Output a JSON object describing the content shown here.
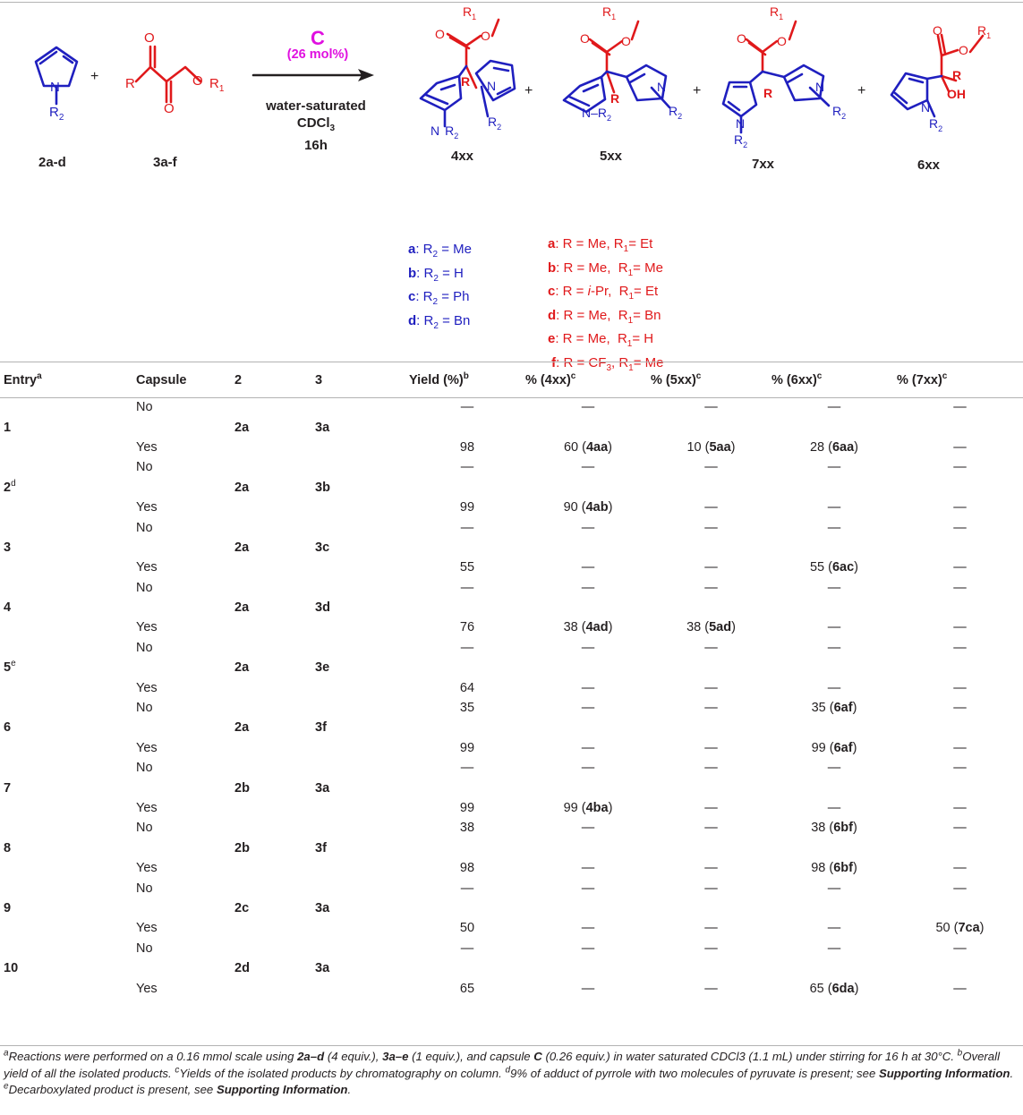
{
  "scheme": {
    "reagent1_label": "2a-d",
    "reagent2_label": "3a-f",
    "plus": "+",
    "catalyst": "C",
    "catalyst_loading": "(26 mol%)",
    "conditions": [
      "water-saturated",
      "CDCl3",
      "16h"
    ],
    "products": [
      "4xx",
      "5xx",
      "7xx",
      "6xx"
    ],
    "atoms": {
      "N": "N",
      "R": "R",
      "R1": "R1",
      "R2": "R2",
      "OH": "OH",
      "O": "O"
    },
    "legend_pyrrole": [
      {
        "key": "a",
        "text": ": R2 = Me"
      },
      {
        "key": "b",
        "text": ": R2 = H"
      },
      {
        "key": "c",
        "text": ": R2 = Ph"
      },
      {
        "key": "d",
        "text": ": R2 = Bn"
      }
    ],
    "legend_pyruvate": [
      {
        "key": "a",
        "text": ": R = Me, R1= Et"
      },
      {
        "key": "b",
        "text": ": R = Me,  R1= Me"
      },
      {
        "key": "c",
        "text": ": R = i-Pr,  R1= Et"
      },
      {
        "key": "d",
        "text": ": R = Me,  R1= Bn"
      },
      {
        "key": "e",
        "text": ": R = Me,  R1= H"
      },
      {
        "key": "f",
        "text": ": R = CF3, R1= Me"
      }
    ]
  },
  "table": {
    "headers": {
      "entry": "Entry",
      "entry_sup": "a",
      "capsule": "Capsule",
      "col2": "2",
      "col3": "3",
      "yield": "Yield (%)",
      "yield_sup": "b",
      "p4": "% (4xx)",
      "p4_sup": "c",
      "p5": "% (5xx)",
      "p5_sup": "c",
      "p6": "% (6xx)",
      "p6_sup": "c",
      "p7": "% (7xx)",
      "p7_sup": "c"
    },
    "entries": [
      {
        "entry": "1",
        "sup": "",
        "r2": "2a",
        "r3": "3a",
        "no": {
          "capsule": "No",
          "yield": "—",
          "p4": "—",
          "p4c": "",
          "p5": "—",
          "p5c": "",
          "p6": "—",
          "p6c": "",
          "p7": "—",
          "p7c": ""
        },
        "yes": {
          "capsule": "Yes",
          "yield": "98",
          "p4": "60",
          "p4c": "4aa",
          "p5": "10",
          "p5c": "5aa",
          "p6": "28",
          "p6c": "6aa",
          "p7": "—",
          "p7c": ""
        }
      },
      {
        "entry": "2",
        "sup": "d",
        "r2": "2a",
        "r3": "3b",
        "no": {
          "capsule": "No",
          "yield": "—",
          "p4": "—",
          "p4c": "",
          "p5": "—",
          "p5c": "",
          "p6": "—",
          "p6c": "",
          "p7": "—",
          "p7c": ""
        },
        "yes": {
          "capsule": "Yes",
          "yield": "99",
          "p4": "90",
          "p4c": "4ab",
          "p5": "—",
          "p5c": "",
          "p6": "—",
          "p6c": "",
          "p7": "—",
          "p7c": ""
        }
      },
      {
        "entry": "3",
        "sup": "",
        "r2": "2a",
        "r3": "3c",
        "no": {
          "capsule": "No",
          "yield": "—",
          "p4": "—",
          "p4c": "",
          "p5": "—",
          "p5c": "",
          "p6": "—",
          "p6c": "",
          "p7": "—",
          "p7c": ""
        },
        "yes": {
          "capsule": "Yes",
          "yield": "55",
          "p4": "—",
          "p4c": "",
          "p5": "—",
          "p5c": "",
          "p6": "55",
          "p6c": "6ac",
          "p7": "—",
          "p7c": ""
        }
      },
      {
        "entry": "4",
        "sup": "",
        "r2": "2a",
        "r3": "3d",
        "no": {
          "capsule": "No",
          "yield": "—",
          "p4": "—",
          "p4c": "",
          "p5": "—",
          "p5c": "",
          "p6": "—",
          "p6c": "",
          "p7": "—",
          "p7c": ""
        },
        "yes": {
          "capsule": "Yes",
          "yield": "76",
          "p4": "38",
          "p4c": "4ad",
          "p5": "38",
          "p5c": "5ad",
          "p6": "—",
          "p6c": "",
          "p7": "—",
          "p7c": ""
        }
      },
      {
        "entry": "5",
        "sup": "e",
        "r2": "2a",
        "r3": "3e",
        "no": {
          "capsule": "No",
          "yield": "—",
          "p4": "—",
          "p4c": "",
          "p5": "—",
          "p5c": "",
          "p6": "—",
          "p6c": "",
          "p7": "—",
          "p7c": ""
        },
        "yes": {
          "capsule": "Yes",
          "yield": "64",
          "p4": "—",
          "p4c": "",
          "p5": "—",
          "p5c": "",
          "p6": "—",
          "p6c": "",
          "p7": "—",
          "p7c": ""
        }
      },
      {
        "entry": "6",
        "sup": "",
        "r2": "2a",
        "r3": "3f",
        "no": {
          "capsule": "No",
          "yield": "35",
          "p4": "—",
          "p4c": "",
          "p5": "—",
          "p5c": "",
          "p6": "35",
          "p6c": "6af",
          "p7": "—",
          "p7c": ""
        },
        "yes": {
          "capsule": "Yes",
          "yield": "99",
          "p4": "—",
          "p4c": "",
          "p5": "—",
          "p5c": "",
          "p6": "99",
          "p6c": "6af",
          "p7": "—",
          "p7c": ""
        }
      },
      {
        "entry": "7",
        "sup": "",
        "r2": "2b",
        "r3": "3a",
        "no": {
          "capsule": "No",
          "yield": "—",
          "p4": "—",
          "p4c": "",
          "p5": "—",
          "p5c": "",
          "p6": "—",
          "p6c": "",
          "p7": "—",
          "p7c": ""
        },
        "yes": {
          "capsule": "Yes",
          "yield": "99",
          "p4": "99",
          "p4c": "4ba",
          "p5": "—",
          "p5c": "",
          "p6": "—",
          "p6c": "",
          "p7": "—",
          "p7c": ""
        }
      },
      {
        "entry": "8",
        "sup": "",
        "r2": "2b",
        "r3": "3f",
        "no": {
          "capsule": "No",
          "yield": "38",
          "p4": "—",
          "p4c": "",
          "p5": "—",
          "p5c": "",
          "p6": "38",
          "p6c": "6bf",
          "p7": "—",
          "p7c": ""
        },
        "yes": {
          "capsule": "Yes",
          "yield": "98",
          "p4": "—",
          "p4c": "",
          "p5": "—",
          "p5c": "",
          "p6": "98",
          "p6c": "6bf",
          "p7": "—",
          "p7c": ""
        }
      },
      {
        "entry": "9",
        "sup": "",
        "r2": "2c",
        "r3": "3a",
        "no": {
          "capsule": "No",
          "yield": "—",
          "p4": "—",
          "p4c": "",
          "p5": "—",
          "p5c": "",
          "p6": "—",
          "p6c": "",
          "p7": "—",
          "p7c": ""
        },
        "yes": {
          "capsule": "Yes",
          "yield": "50",
          "p4": "—",
          "p4c": "",
          "p5": "—",
          "p5c": "",
          "p6": "—",
          "p6c": "",
          "p7": "50",
          "p7c": "7ca"
        }
      },
      {
        "entry": "10",
        "sup": "",
        "r2": "2d",
        "r3": "3a",
        "no": {
          "capsule": "No",
          "yield": "—",
          "p4": "—",
          "p4c": "",
          "p5": "—",
          "p5c": "",
          "p6": "—",
          "p6c": "",
          "p7": "—",
          "p7c": ""
        },
        "yes": {
          "capsule": "Yes",
          "yield": "65",
          "p4": "—",
          "p4c": "",
          "p5": "—",
          "p5c": "",
          "p6": "65",
          "p6c": "6da",
          "p7": "—",
          "p7c": ""
        }
      }
    ]
  },
  "footnotes": {
    "a_sup": "a",
    "a_text1": "Reactions were performed on a 0.16 mmol scale using ",
    "a_bold1": "2a–d",
    "a_text2": " (4 equiv.), ",
    "a_bold2": "3a–e",
    "a_text3": " (1 equiv.), and capsule ",
    "a_bold3": "C",
    "a_text4": " (0.26 equiv.) in water saturated CDCl3 (1.1 mL) under stirring for 16 h at 30°C.",
    "b_sup": "b",
    "b_text": "Overall yield of all the isolated products. ",
    "c_sup": "c",
    "c_text": "Yields of the isolated products by chromatography on column. ",
    "d_sup": "d",
    "d_text": "9% of adduct of pyrrole with two molecules of pyruvate is present; see ",
    "d_bold": "Supporting Information",
    "d_end": ". ",
    "e_sup": "e",
    "e_text": "Decarboxylated product is present, see ",
    "e_bold": "Supporting Information",
    "e_end": "."
  },
  "colors": {
    "blue": "#1f1fbf",
    "red": "#e0191b",
    "magenta": "#e010e0",
    "text": "#231f20",
    "rule": "#b3b3b3"
  }
}
